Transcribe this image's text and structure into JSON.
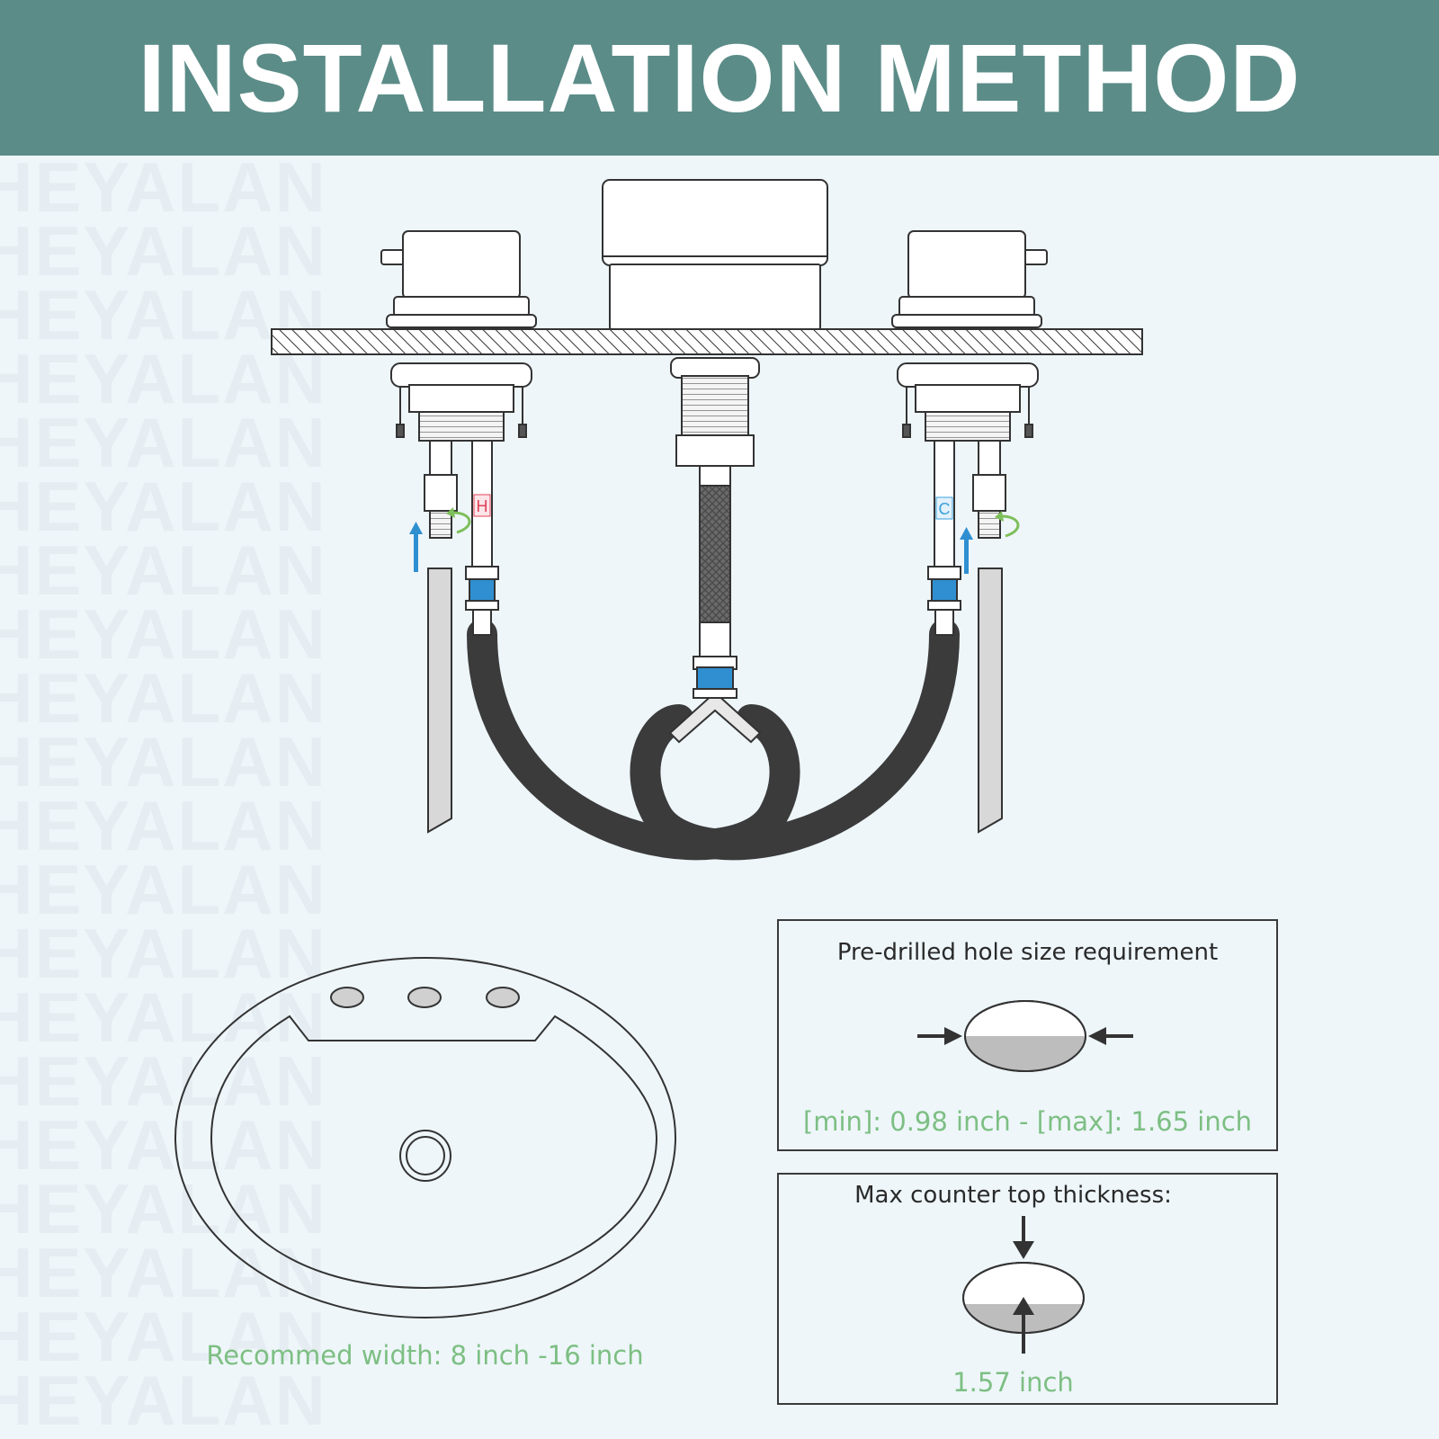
{
  "header": {
    "title": "INSTALLATION METHOD"
  },
  "watermark": {
    "word": "HEYALAN"
  },
  "labels": {
    "hot": "H",
    "cold": "C"
  },
  "hole_box": {
    "title": "Pre-drilled hole size requirement",
    "range": "[min]: 0.98 inch - [max]: 1.65 inch"
  },
  "thickness_box": {
    "title": "Max counter top thickness:",
    "value": "1.57 inch"
  },
  "sink": {
    "width_note": "Recommed width: 8 inch -16 inch"
  },
  "colors": {
    "header_bg": "#5b8c88",
    "accent_green": "#7dbf83",
    "hot_red": "#e0435a",
    "cold_blue": "#3aa0dc",
    "connector_blue": "#2f8fd0",
    "hose_dark": "#3b3b3b"
  }
}
